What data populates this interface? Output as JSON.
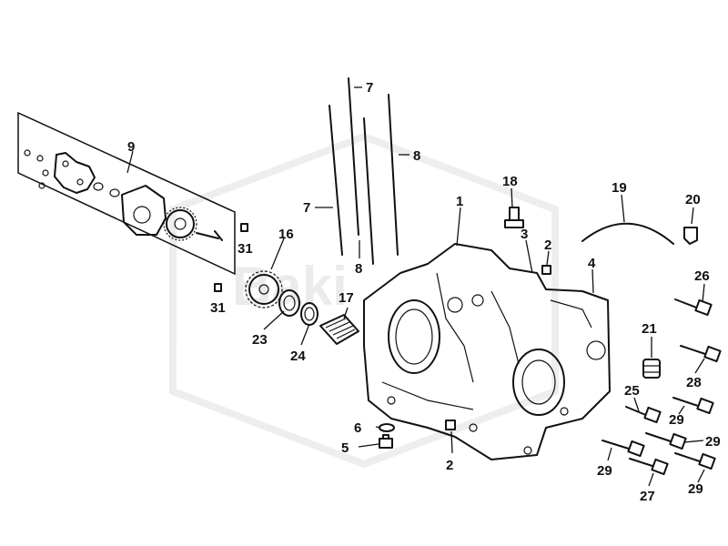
{
  "watermark": {
    "brand": "Baki"
  },
  "callouts": [
    {
      "id": "c9",
      "label": "9"
    },
    {
      "id": "c7a",
      "label": "7"
    },
    {
      "id": "c7b",
      "label": "7"
    },
    {
      "id": "c8a",
      "label": "8"
    },
    {
      "id": "c8b",
      "label": "8"
    },
    {
      "id": "c18",
      "label": "18"
    },
    {
      "id": "c1",
      "label": "1"
    },
    {
      "id": "c3",
      "label": "3"
    },
    {
      "id": "c2a",
      "label": "2"
    },
    {
      "id": "c2b",
      "label": "2"
    },
    {
      "id": "c19",
      "label": "19"
    },
    {
      "id": "c20",
      "label": "20"
    },
    {
      "id": "c4",
      "label": "4"
    },
    {
      "id": "c26",
      "label": "26"
    },
    {
      "id": "c31a",
      "label": "31"
    },
    {
      "id": "c31b",
      "label": "31"
    },
    {
      "id": "c16",
      "label": "16"
    },
    {
      "id": "c17",
      "label": "17"
    },
    {
      "id": "c23",
      "label": "23"
    },
    {
      "id": "c24",
      "label": "24"
    },
    {
      "id": "c21",
      "label": "21"
    },
    {
      "id": "c28",
      "label": "28"
    },
    {
      "id": "c25",
      "label": "25"
    },
    {
      "id": "c29a",
      "label": "29"
    },
    {
      "id": "c29b",
      "label": "29"
    },
    {
      "id": "c29c",
      "label": "29"
    },
    {
      "id": "c29d",
      "label": "29"
    },
    {
      "id": "c6",
      "label": "6"
    },
    {
      "id": "c5",
      "label": "5"
    },
    {
      "id": "c27",
      "label": "27"
    }
  ]
}
